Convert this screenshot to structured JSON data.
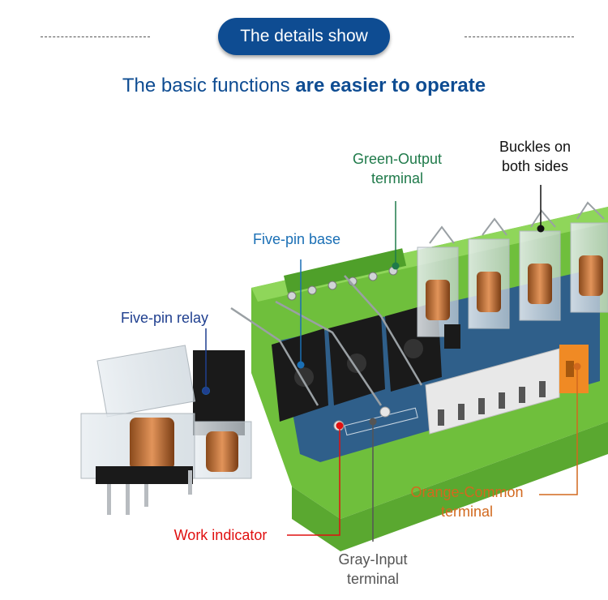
{
  "header": {
    "title": "The details show",
    "subtitle_regular": "The basic functions ",
    "subtitle_bold": "are easier to operate"
  },
  "callouts": {
    "green_output": {
      "line1": "Green-Output",
      "line2": "terminal",
      "color": "#1f7a4a"
    },
    "buckles": {
      "line1": "Buckles on",
      "line2": "both sides",
      "color": "#111111"
    },
    "five_pin_base": {
      "text": "Five-pin base",
      "color": "#1a6fb5"
    },
    "five_pin_relay": {
      "text": "Five-pin relay",
      "color": "#1f3f8f"
    },
    "orange_common": {
      "line1": "Orange-Common",
      "line2": "terminal",
      "color": "#d2691e"
    },
    "work_indicator": {
      "text": "Work indicator",
      "color": "#e01010"
    },
    "gray_input": {
      "line1": "Gray-Input",
      "line2": "terminal",
      "color": "#555555"
    }
  },
  "colors": {
    "title_blue": "#0e4c92",
    "board_green": "#7ac943",
    "pcb_blue": "#2f5f8a",
    "orange": "#f08a24"
  }
}
